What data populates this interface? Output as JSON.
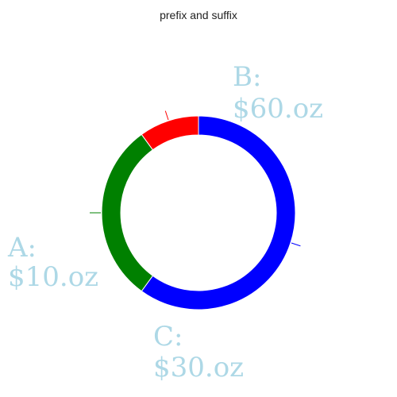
{
  "chart_data": {
    "type": "pie",
    "title": "prefix and suffix",
    "hole": true,
    "label_format": "{label}: {prefix}{value}{suffix}",
    "prefix": "$",
    "suffix": "oz",
    "slices": [
      {
        "label": "B",
        "value": 60,
        "color": "#0000ff",
        "text": "B:",
        "value_text": "$60.oz"
      },
      {
        "label": "C",
        "value": 30,
        "color": "#008000",
        "text": "C:",
        "value_text": "$30.oz"
      },
      {
        "label": "A",
        "value": 10,
        "color": "#ff0000",
        "text": "A:",
        "value_text": "$10.oz"
      }
    ],
    "label_color": "#add8e6"
  }
}
